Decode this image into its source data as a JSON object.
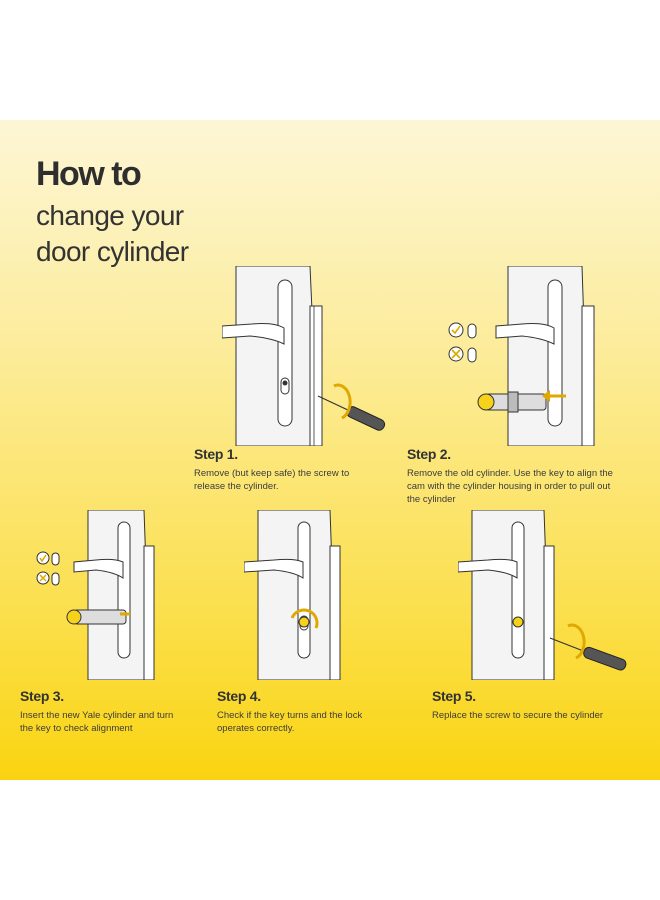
{
  "heading": {
    "bold": "How to",
    "line1": "change your",
    "line2": "door cylinder"
  },
  "steps": [
    {
      "title": "Step 1.",
      "lines": [
        "Remove (but keep safe) the screw to",
        "release the cylinder."
      ]
    },
    {
      "title": "Step 2.",
      "lines": [
        "Remove the old cylinder. Use the key to align the",
        "cam with the cylinder housing in order to pull out",
        "the cylinder"
      ]
    },
    {
      "title": "Step 3.",
      "lines": [
        "Insert the new Yale cylinder and turn",
        "the key to check alignment"
      ]
    },
    {
      "title": "Step 4.",
      "lines": [
        "Check if the key turns and the lock",
        "operates correctly."
      ]
    },
    {
      "title": "Step 5.",
      "lines": [
        "Replace the screw to secure the cylinder"
      ]
    }
  ],
  "colors": {
    "accent_yellow": "#fad410",
    "background_top": "#fdf6d6",
    "text_dark": "#2e2e2e"
  },
  "icons": [
    "door-handle-icon",
    "screwdriver-icon",
    "cylinder-icon",
    "key-icon",
    "check-icon",
    "cross-icon",
    "rotate-arrow-icon"
  ]
}
